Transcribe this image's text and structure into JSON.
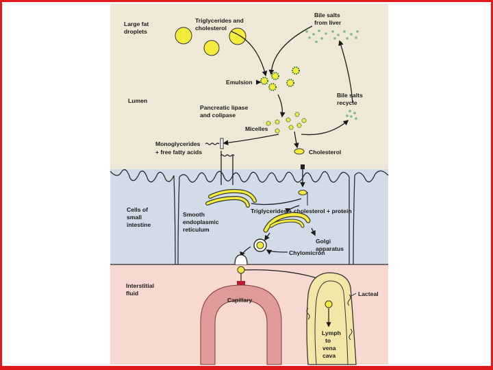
{
  "labels": {
    "large_fat_1": "Large fat",
    "large_fat_2": "droplets",
    "trig_chol_1": "Triglycerides and",
    "trig_chol_2": "cholesterol",
    "bile_1": "Bile salts",
    "bile_2": "from liver",
    "emulsion": "Emulsion",
    "lumen": "Lumen",
    "bile_recycle_1": "Bile salts",
    "bile_recycle_2": "recycle",
    "pancreatic_1": "Pancreatic lipase",
    "pancreatic_2": "and colipase",
    "micelles": "Micelles",
    "monoglycerides_1": "Monoglycerides",
    "monoglycerides_2": "+ free fatty acids",
    "cholesterol": "Cholesterol",
    "cells_1": "Cells of",
    "cells_2": "small",
    "cells_3": "intestine",
    "ser_1": "Smooth",
    "ser_2": "endoplasmic",
    "ser_3": "reticulum",
    "trig_protein": "Triglycerides + cholesterol + protein",
    "golgi_1": "Golgi",
    "golgi_2": "apparatus",
    "chylomicron": "Chylomicron",
    "interstitial_1": "Interstitial",
    "interstitial_2": "fluid",
    "capillary": "Capillary",
    "lacteal": "Lacteal",
    "lymph_1": "Lymph",
    "lymph_2": "to",
    "lymph_3": "vena",
    "lymph_4": "cava"
  },
  "colors": {
    "lumen": "#efe8d6",
    "cells": "#d2dbe8",
    "interstitial": "#f7d9d2",
    "fat_droplet": "#f4ec3c",
    "bile_dots": "#7fb78a",
    "capillary": "#e09a9a",
    "lacteal": "#f3e7a8",
    "frame": "#e01b1b"
  }
}
